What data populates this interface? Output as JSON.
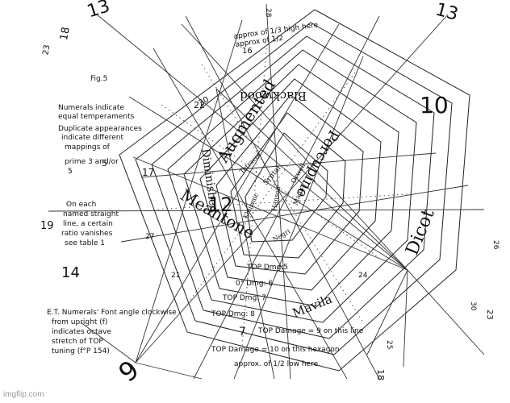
{
  "watermark": "imgflip.com",
  "figure_label": "Fig.5",
  "names": {
    "blackwood": "Blackwood",
    "augmented": "Augmented",
    "porcupine": "Porcupine",
    "diminished": "Diminished",
    "meantone": "Meantone",
    "dicot": "Dicot",
    "mavila": "Mavila",
    "srutal": "Srutal",
    "hanson": "Hanson",
    "orwell": "Orwell",
    "magic": "Magic",
    "negri": "Negri",
    "tetracot": "Tetracot",
    "kleismic": "Kleismic"
  },
  "edo_numbers": {
    "n13_left": "13",
    "n13_right": "13",
    "n18_tl": "18",
    "n23_tl": "23",
    "n10": "10",
    "n12": "12",
    "n19": "19",
    "n14": "14",
    "n9": "9",
    "n7": "7",
    "n5": "5",
    "n22": "22",
    "n17": "17",
    "n26": "26",
    "n23_r": "23",
    "n30": "30",
    "n18_b": "18",
    "n16": "16",
    "n25": "25",
    "n28": "28",
    "n27": "27",
    "n20": "20",
    "n21": "21",
    "n24": "24"
  },
  "notes": {
    "numerals_l1": "Numerals indicate",
    "numerals_l2": "equal temperaments",
    "dup_l1": "Duplicate appearances",
    "dup_l2": "indicate different",
    "dup_l3": "mappings of",
    "dup_l4": "prime 3 and/or",
    "dup_l5": "5",
    "each_l1": "On each",
    "each_l2": "named straight",
    "each_l3": "line, a certain",
    "each_l4": "ratio vanishes",
    "each_l5": "see table 1",
    "et_l1": "E.T. Numerals' Font angle clockwise",
    "et_l2": "from upright (f)",
    "et_l3": "indicates octave",
    "et_l4": "stretch of TOP",
    "et_l5": "tuning (f°P 154)",
    "approx_top": "approx of 1/3 high here",
    "approx_top2": "approx of 1/2",
    "approx_bottom": "approx. of 1/2 low here",
    "top_dmg_5": "TOP Dmg:5",
    "top_dmg_6": "0° Dmg: 6",
    "top_dmg_7": "TOP Dmg: 7",
    "top_dmg_8": "TOP Dmg: 8",
    "top_dmg_9": "TOP Damage = 9 on this line",
    "top_dmg_10": "TOP Damage = 10 on this hexagon"
  }
}
